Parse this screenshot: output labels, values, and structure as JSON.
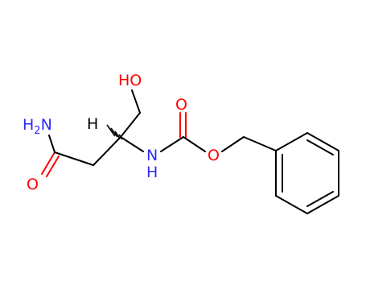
{
  "atoms": {
    "ho": "HO",
    "h2n_h": "H",
    "h2n_sub": "2",
    "h2n_n": "N",
    "stereo_h": "H",
    "amide_o": "O",
    "carb_o": "O",
    "ester_o": "O",
    "nh_n": "N",
    "nh_h": "H"
  },
  "colors": {
    "oxygen": "#ff0000",
    "nitrogen": "#2c2cff",
    "carbon": "#000000"
  }
}
